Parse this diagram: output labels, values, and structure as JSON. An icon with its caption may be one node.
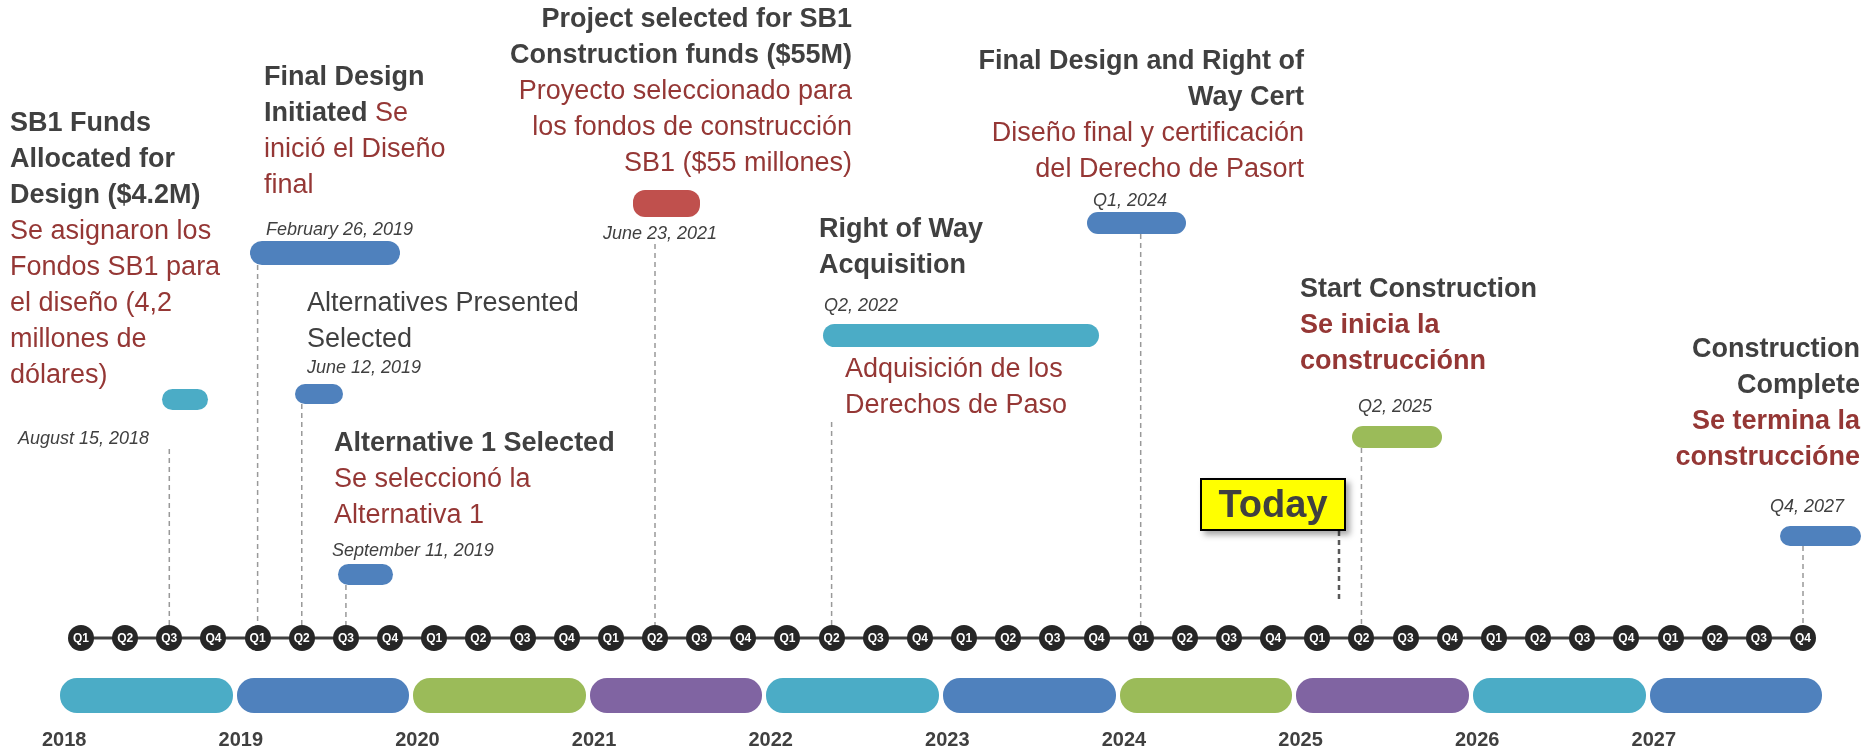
{
  "diagram": {
    "nodes": [
      {
        "text": [
          "SB1 Funds Allocated for Design ($4.2M)",
          "Se asignaron los Fondos SB1 para el diseño (4,2 millones de dólares)"
        ],
        "beside": [
          "August 15, 2018"
        ]
      },
      {
        "text": [
          "Final Design Initiated",
          "Se inició el Diseño final"
        ],
        "beside": [
          "February 26, 2019"
        ]
      },
      {
        "text": [
          "Alternatives Presented Selected"
        ],
        "beside": [
          "June 12, 2019"
        ]
      },
      {
        "text": [
          "Alternative 1 Selected",
          "Se seleccionó la Alternativa 1"
        ],
        "beside": [
          "September 11, 2019"
        ]
      },
      {
        "text": [
          "Project selected for SB1 Construction funds ($55M)",
          "Proyecto seleccionado para los fondos de construcción SB1 ($55 millones)"
        ],
        "beside": [
          "June 23, 2021"
        ]
      },
      {
        "text": [
          "Right of Way Acquisition",
          "Adquisición de los Derechos de Paso"
        ],
        "beside": [
          "Q2, 2022"
        ]
      },
      {
        "text": [
          "Final Design and Right of Way Cert",
          "Diseño final y certificación del Derecho de Pasort"
        ],
        "beside": [
          "Q1, 2024"
        ]
      },
      {
        "text": [
          "Start Construction",
          "Se inicia la construcciónn"
        ],
        "beside": [
          "Q2, 2025"
        ]
      },
      {
        "text": [
          "Construction Complete",
          "Se termina la construccióne"
        ],
        "beside": [
          "Q4, 2027"
        ]
      },
      {
        "text": [
          "Today"
        ]
      },
      {
        "text": [
          "2018"
        ]
      },
      {
        "text": [
          "2019"
        ]
      },
      {
        "text": [
          "2020"
        ]
      },
      {
        "text": [
          "2021"
        ]
      },
      {
        "text": [
          "2022"
        ]
      },
      {
        "text": [
          "2023"
        ]
      },
      {
        "text": [
          "2024"
        ]
      },
      {
        "text": [
          "2025"
        ]
      },
      {
        "text": [
          "2026"
        ]
      },
      {
        "text": [
          "2027"
        ]
      },
      {
        "text": [
          "Q1"
        ]
      },
      {
        "text": [
          "Q2"
        ]
      },
      {
        "text": [
          "Q3"
        ]
      },
      {
        "text": [
          "Q4"
        ]
      },
      {
        "text": [
          "Q1"
        ]
      },
      {
        "text": [
          "Q2"
        ]
      },
      {
        "text": [
          "Q3"
        ]
      },
      {
        "text": [
          "Q4"
        ]
      },
      {
        "text": [
          "Q1"
        ]
      },
      {
        "text": [
          "Q2"
        ]
      },
      {
        "text": [
          "Q3"
        ]
      },
      {
        "text": [
          "Q4"
        ]
      },
      {
        "text": [
          "Q1"
        ]
      },
      {
        "text": [
          "Q2"
        ]
      },
      {
        "text": [
          "Q3"
        ]
      },
      {
        "text": [
          "Q4"
        ]
      },
      {
        "text": [
          "Q1"
        ]
      },
      {
        "text": [
          "Q2"
        ]
      },
      {
        "text": [
          "Q3"
        ]
      },
      {
        "text": [
          "Q4"
        ]
      },
      {
        "text": [
          "Q1"
        ]
      },
      {
        "text": [
          "Q2"
        ]
      },
      {
        "text": [
          "Q3"
        ]
      },
      {
        "text": [
          "Q4"
        ]
      },
      {
        "text": [
          "Q1"
        ]
      },
      {
        "text": [
          "Q2"
        ]
      },
      {
        "text": [
          "Q3"
        ]
      },
      {
        "text": [
          "Q4"
        ]
      },
      {
        "text": [
          "Q1"
        ]
      },
      {
        "text": [
          "Q2"
        ]
      },
      {
        "text": [
          "Q3"
        ]
      },
      {
        "text": [
          "Q4"
        ]
      },
      {
        "text": [
          "Q1"
        ]
      },
      {
        "text": [
          "Q2"
        ]
      },
      {
        "text": [
          "Q3"
        ]
      },
      {
        "text": [
          "Q4"
        ]
      },
      {
        "text": [
          "Q1"
        ]
      },
      {
        "text": [
          "Q2"
        ]
      },
      {
        "text": [
          "Q3"
        ]
      },
      {
        "text": [
          "Q4"
        ]
      }
    ],
    "edges": [
      {
        "from": 0,
        "to": 22,
        "arrow": "none",
        "style": "dashed"
      },
      {
        "from": 1,
        "to": 24,
        "arrow": "none",
        "style": "dashed"
      },
      {
        "from": 2,
        "to": 25,
        "arrow": "none",
        "style": "dashed"
      },
      {
        "from": 3,
        "to": 26,
        "arrow": "none",
        "style": "dashed"
      },
      {
        "from": 4,
        "to": 33,
        "arrow": "none",
        "style": "dashed"
      },
      {
        "from": 5,
        "to": 37,
        "arrow": "none",
        "style": "dashed"
      },
      {
        "from": 6,
        "to": 44,
        "arrow": "none",
        "style": "dashed"
      },
      {
        "from": 7,
        "to": 49,
        "arrow": "none",
        "style": "dashed"
      },
      {
        "from": 8,
        "to": 59,
        "arrow": "none",
        "style": "dashed"
      },
      {
        "from": 9,
        "to": null,
        "arrow": "none",
        "style": "dashed",
        "color": "#595959"
      }
    ]
  }
}
